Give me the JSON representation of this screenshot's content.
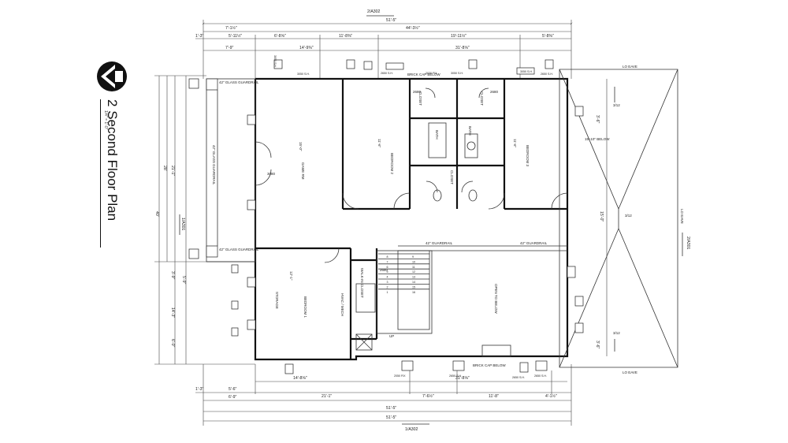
{
  "title": {
    "number": "2",
    "name": "Second Floor Plan",
    "scale": "1/4\" = 1'-0\""
  },
  "section_refs": {
    "top": "2/A302",
    "bottom": "1/A302",
    "left": "1/A301",
    "right": "2/A301"
  },
  "dims": {
    "top_overall": "51'-5\"",
    "top_sub": "44'-3½\"",
    "top_left": "7'-1½\"",
    "top_row": [
      "1'-3\"",
      "5'-11½\"",
      "6'-8⅝\"",
      "11'-8⅜\"",
      "19'-11½\"",
      "5'-8⅜\""
    ],
    "top_a": "7'-9\"",
    "top_b": "14'-9⅜\"",
    "top_c": "31'-8⅝\"",
    "bottom_overall": "51'-5\"",
    "bottom_overall2": "51'-5\"",
    "bottom_a": "14'-8⅝\"",
    "bottom_b": "31'-8⅝\"",
    "bottom_row": [
      "1'-3\"",
      "5'-6\"",
      "6'-9\"",
      "21'-1\"",
      "7'-6½\"",
      "11'-8\"",
      "4'-1½\""
    ],
    "left": [
      "40'",
      "28'",
      "21'-1\"",
      "5'-9\"",
      "3'-9\"",
      "14'-3\"",
      "6'-0\""
    ],
    "right_a": "3'-6\"",
    "right_b": "15'-0\"",
    "right_c": "3'-6\""
  },
  "labels": {
    "brick_cap_top": "BRICK CAP BELOW",
    "brick_cap_bottom": "BRICK CAP BELOW",
    "lo_eave_top": "LO EAVE",
    "lo_eave_bottom": "LO EAVE",
    "lo_eave_right": "LO EAVE",
    "guardrail_42": "42\" GUARDRAIL",
    "guardrail_42b": "42\" GUARDRAIL",
    "glass_top": "42\" GLASS GUARDRAIL",
    "glass_mid": "42\" GLASS GUARDRAIL",
    "glass_bottom": "42\" GLASS GUARDRAIL",
    "game_rm": "GAME RM",
    "bedroom2": "BEDROOM 2",
    "bedroom3": "BEDROOM 3",
    "bedroom1": "BEDROOM 1",
    "bath1": "BATH",
    "bath2": "BATH",
    "closet_a": "CLOSET",
    "closet_b": "CLOSET",
    "closet_c": "CLOSET",
    "open_below": "OPEN TO BELOW",
    "storage": "STORAGE",
    "walkin": "WALK-IN CLOSET",
    "hvac_mech": "HVAC / MECH",
    "up": "UP",
    "slope1": "3/12",
    "slope2": "3/12",
    "slope3": "3/12",
    "below_note": "15'-10\" BELOW",
    "game_dim": "15'-0\"",
    "b2_dim": "11'-6\"",
    "b3_dim": "11'-6\"",
    "b1_dim": "12'-1\"",
    "door_3080": "3080",
    "door_2680a": "2680",
    "door_2680b": "2680",
    "door_2680c": "2680"
  },
  "window_tags": {
    "top": [
      "3050 S.H.",
      "3050 S.H.",
      "2650 S.H.",
      "2030 FIX",
      "3050 S.H.",
      "3050 S.H.",
      "2650 S.H."
    ],
    "bottom": [
      "2050 FIX",
      "2650 S.H.",
      "2650 S.H.",
      "2650 S.H."
    ]
  },
  "stair_numbers": [
    "1",
    "2",
    "3",
    "4",
    "5",
    "6",
    "7",
    "8",
    "9",
    "10",
    "11",
    "12",
    "13",
    "14",
    "15",
    "16"
  ]
}
